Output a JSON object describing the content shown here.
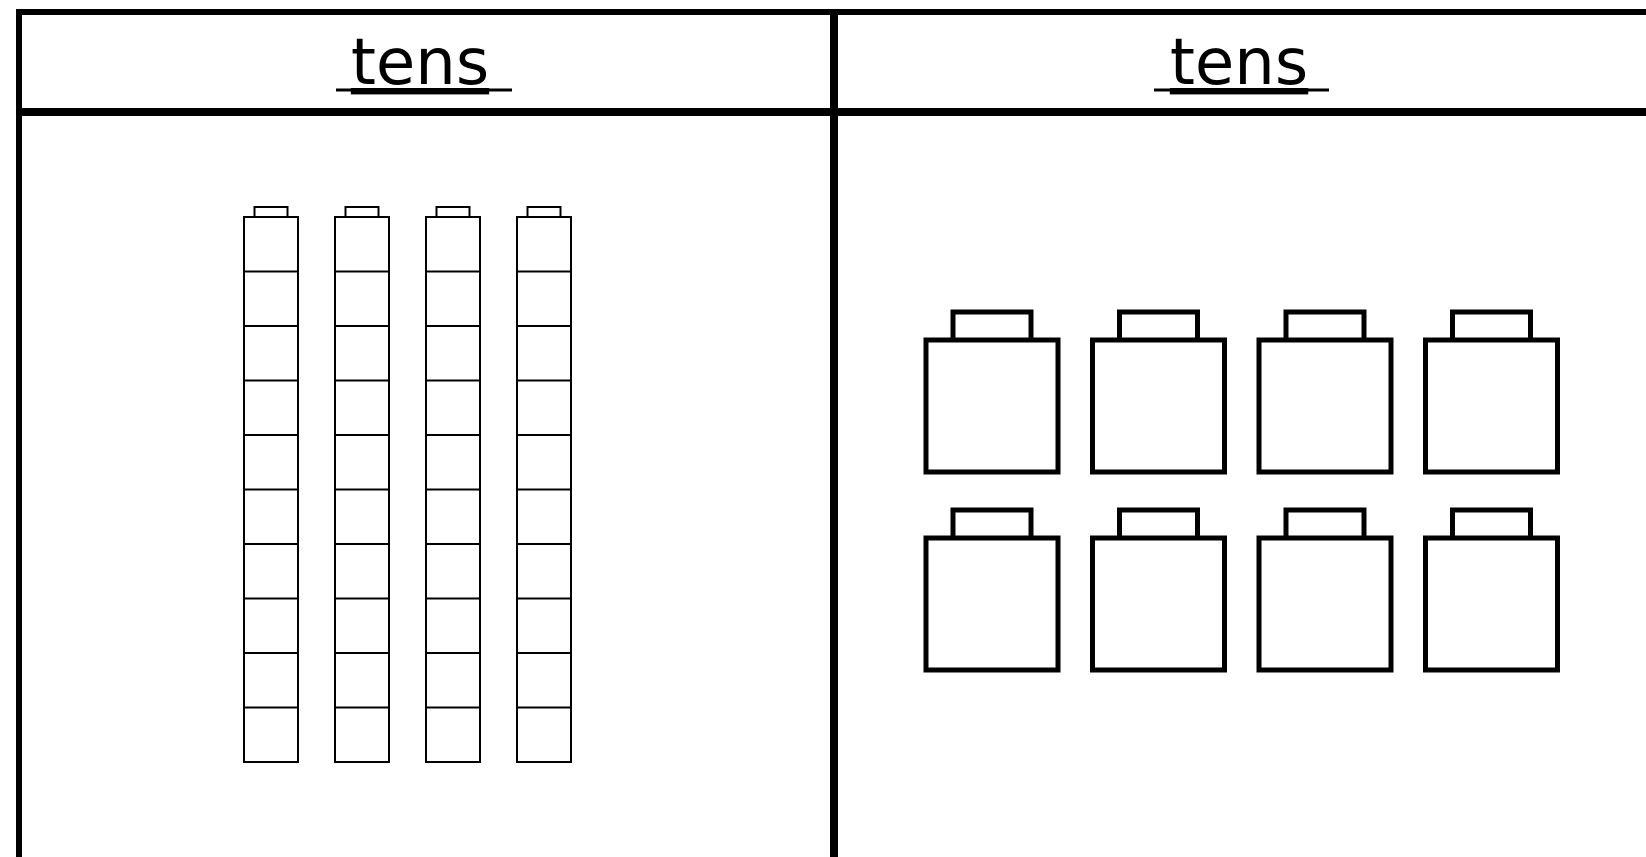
{
  "table": {
    "columns": [
      {
        "header": "tens"
      },
      {
        "header": "tens"
      }
    ]
  },
  "chart_data": {
    "type": "table",
    "columns": [
      {
        "header": "tens",
        "representation": "ten-rod",
        "count": 4,
        "cubes_per_rod": 10
      },
      {
        "header": "tens",
        "representation": "single-block",
        "count": 8
      }
    ],
    "colors": {
      "stroke": "#000000",
      "fill": "#ffffff"
    }
  }
}
